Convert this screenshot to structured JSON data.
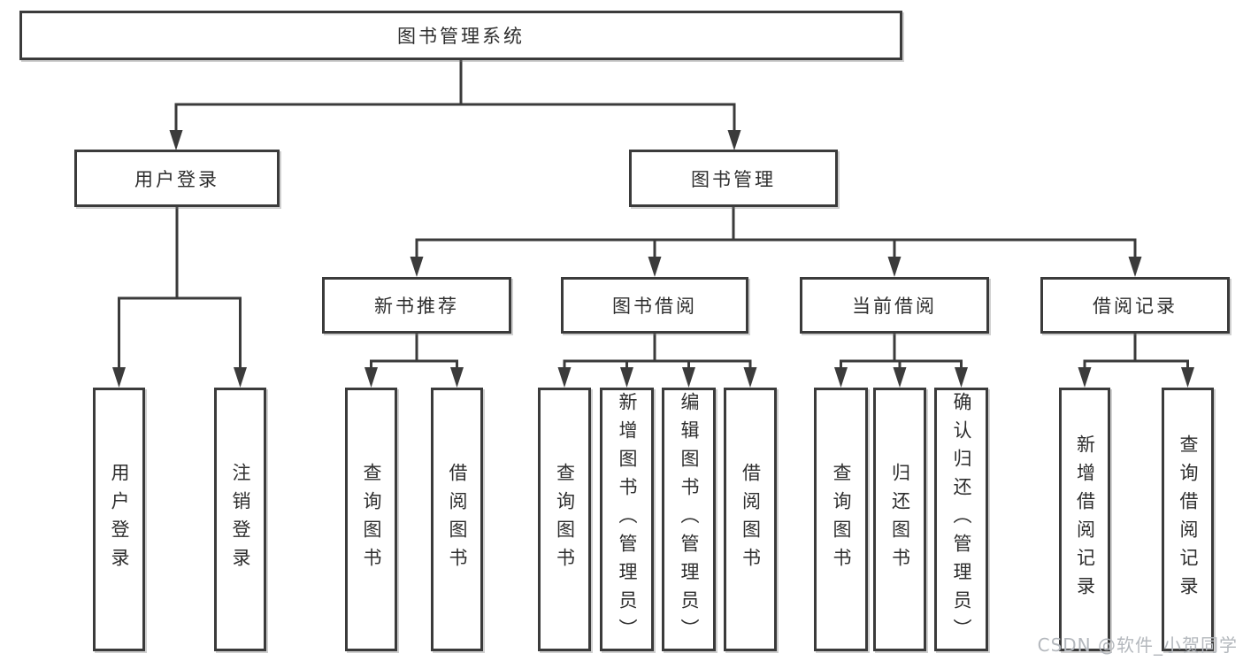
{
  "diagram_title": "图书管理系统",
  "nodes": {
    "root": "图书管理系统",
    "user_login": "用户登录",
    "book_mgmt": "图书管理",
    "new_book_rec": "新书推荐",
    "book_borrow": "图书借阅",
    "current_borrow": "当前借阅",
    "borrow_records": "借阅记录"
  },
  "leaves": {
    "user_login": [
      "用户登录",
      "注销登录"
    ],
    "new_book_rec": [
      "查询图书",
      "借阅图书"
    ],
    "book_borrow": [
      "查询图书",
      "新增图书（管理员）",
      "编辑图书（管理员）",
      "借阅图书"
    ],
    "current_borrow": [
      "查询图书",
      "归还图书",
      "确认归还（管理员）"
    ],
    "borrow_records": [
      "新增借阅记录",
      "查询借阅记录"
    ]
  },
  "edges": [
    {
      "from": "root",
      "to": [
        "user_login",
        "book_mgmt"
      ]
    },
    {
      "from": "user_login",
      "to": [
        "用户登录",
        "注销登录"
      ]
    },
    {
      "from": "book_mgmt",
      "to": [
        "new_book_rec",
        "book_borrow",
        "current_borrow",
        "borrow_records"
      ]
    },
    {
      "from": "new_book_rec",
      "to": [
        "查询图书",
        "借阅图书"
      ]
    },
    {
      "from": "book_borrow",
      "to": [
        "查询图书",
        "新增图书（管理员）",
        "编辑图书（管理员）",
        "借阅图书"
      ]
    },
    {
      "from": "current_borrow",
      "to": [
        "查询图书",
        "归还图书",
        "确认归还（管理员）"
      ]
    },
    {
      "from": "borrow_records",
      "to": [
        "新增借阅记录",
        "查询借阅记录"
      ]
    }
  ],
  "watermark": "CSDN @软件_小贺同学",
  "colors": {
    "line": "#3b3b3b",
    "text": "#2e2e2e",
    "box_bg": "#ffffff",
    "watermark": "#b4b8bd",
    "background": "#ffffff"
  }
}
